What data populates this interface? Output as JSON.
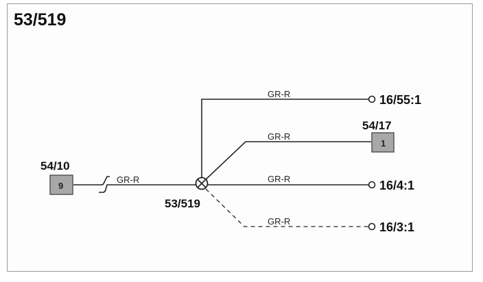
{
  "diagram": {
    "title": "53/519",
    "splice_label": "53/519",
    "connectors": [
      {
        "id": "c-54-10",
        "label": "54/10",
        "pin": "9"
      },
      {
        "id": "c-54-17",
        "label": "54/17",
        "pin": "1"
      }
    ],
    "wires": [
      {
        "id": "w1",
        "color": "GR-R"
      },
      {
        "id": "w2",
        "color": "GR-R"
      },
      {
        "id": "w3",
        "color": "GR-R"
      },
      {
        "id": "w4",
        "color": "GR-R"
      },
      {
        "id": "w5",
        "color": "GR-R"
      }
    ],
    "terminals": [
      {
        "id": "t1",
        "label": "16/55:1"
      },
      {
        "id": "t2",
        "label": "16/4:1"
      },
      {
        "id": "t3",
        "label": "16/3:1"
      }
    ]
  }
}
